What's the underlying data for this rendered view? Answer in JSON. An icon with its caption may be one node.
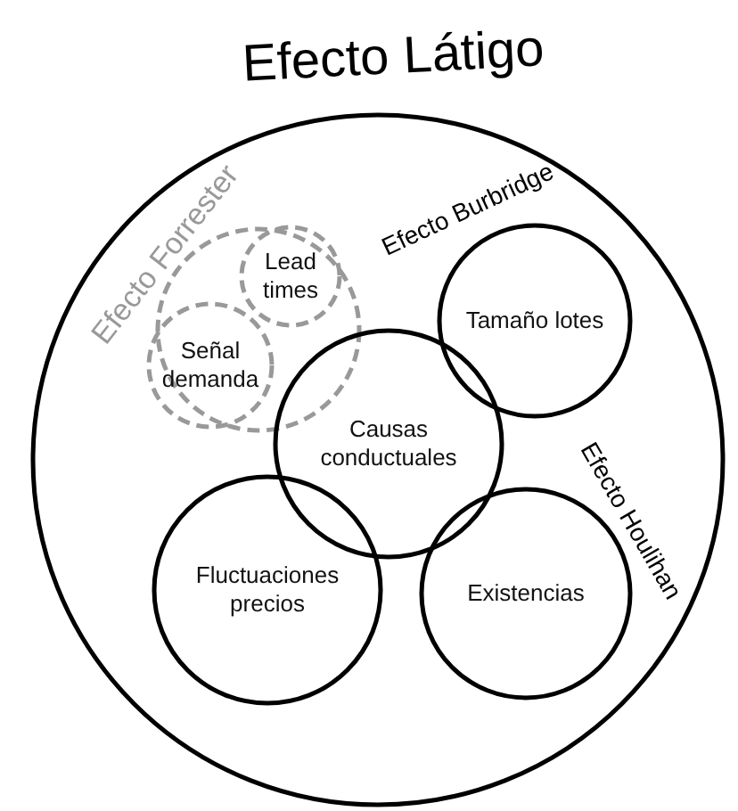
{
  "diagram": {
    "nodes": [
      {
        "text": [
          "Efecto Látigo"
        ]
      },
      {
        "text": [
          "Efecto Forrester"
        ],
        "in": 0
      },
      {
        "text": [
          "Lead times"
        ],
        "in": 1
      },
      {
        "text": [
          "Señal demanda"
        ],
        "in": 1
      },
      {
        "text": [
          "Efecto Burbridge",
          "Tamaño lotes"
        ],
        "in": 0
      },
      {
        "text": [
          "Causas conductuales"
        ],
        "in": 0
      },
      {
        "text": [
          "Efecto Houlihan",
          "Existencias"
        ],
        "in": 0
      },
      {
        "text": [
          "Fluctuaciones precios"
        ],
        "in": 0
      }
    ]
  }
}
